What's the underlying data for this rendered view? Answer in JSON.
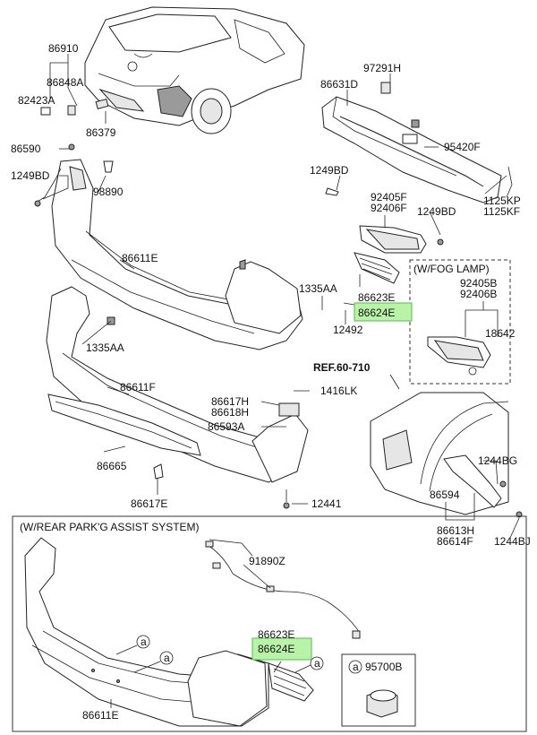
{
  "labels": {
    "p86910": "86910",
    "p86848A": "86848A",
    "p82423A": "82423A",
    "p86379": "86379",
    "p86590": "86590",
    "p1249BD_a": "1249BD",
    "p98890": "98890",
    "p86611E_a": "86611E",
    "p97291H": "97291H",
    "p86631D": "86631D",
    "p95420F": "95420F",
    "p1249BD_b": "1249BD",
    "p1125KP": "1125KP",
    "p1125KF": "1125KF",
    "p92405F": "92405F",
    "p92406F": "92406F",
    "p1249BD_c": "1249BD",
    "p1335AA_a": "1335AA",
    "p86623E_a": "86623E",
    "p86624E_a": "86624E",
    "p12492": "12492",
    "p1335AA_b": "1335AA",
    "fog_title": "(W/FOG LAMP)",
    "p92405B": "92405B",
    "p92406B": "92406B",
    "p18642": "18642",
    "ref": "REF.60-710",
    "p86611F": "86611F",
    "p86617H": "86617H",
    "p86618H": "86618H",
    "p1416LK": "1416LK",
    "p86593A": "86593A",
    "p86665": "86665",
    "p86617E": "86617E",
    "p12441": "12441",
    "p1244BG": "1244BG",
    "p86594": "86594",
    "p86613H": "86613H",
    "p86614F": "86614F",
    "p1244BJ": "1244BJ",
    "park_title": "(W/REAR PARK'G ASSIST SYSTEM)",
    "p91890Z": "91890Z",
    "p86623E_b": "86623E",
    "p86624E_b": "86624E",
    "callout_a1": "a",
    "callout_a2": "a",
    "callout_a3": "a",
    "callout_a4": "a",
    "p95700B": "95700B",
    "p86611E_b": "86611E"
  },
  "colors": {
    "highlight_fill": "#b9f3a8",
    "highlight_border": "#4fc24a"
  }
}
